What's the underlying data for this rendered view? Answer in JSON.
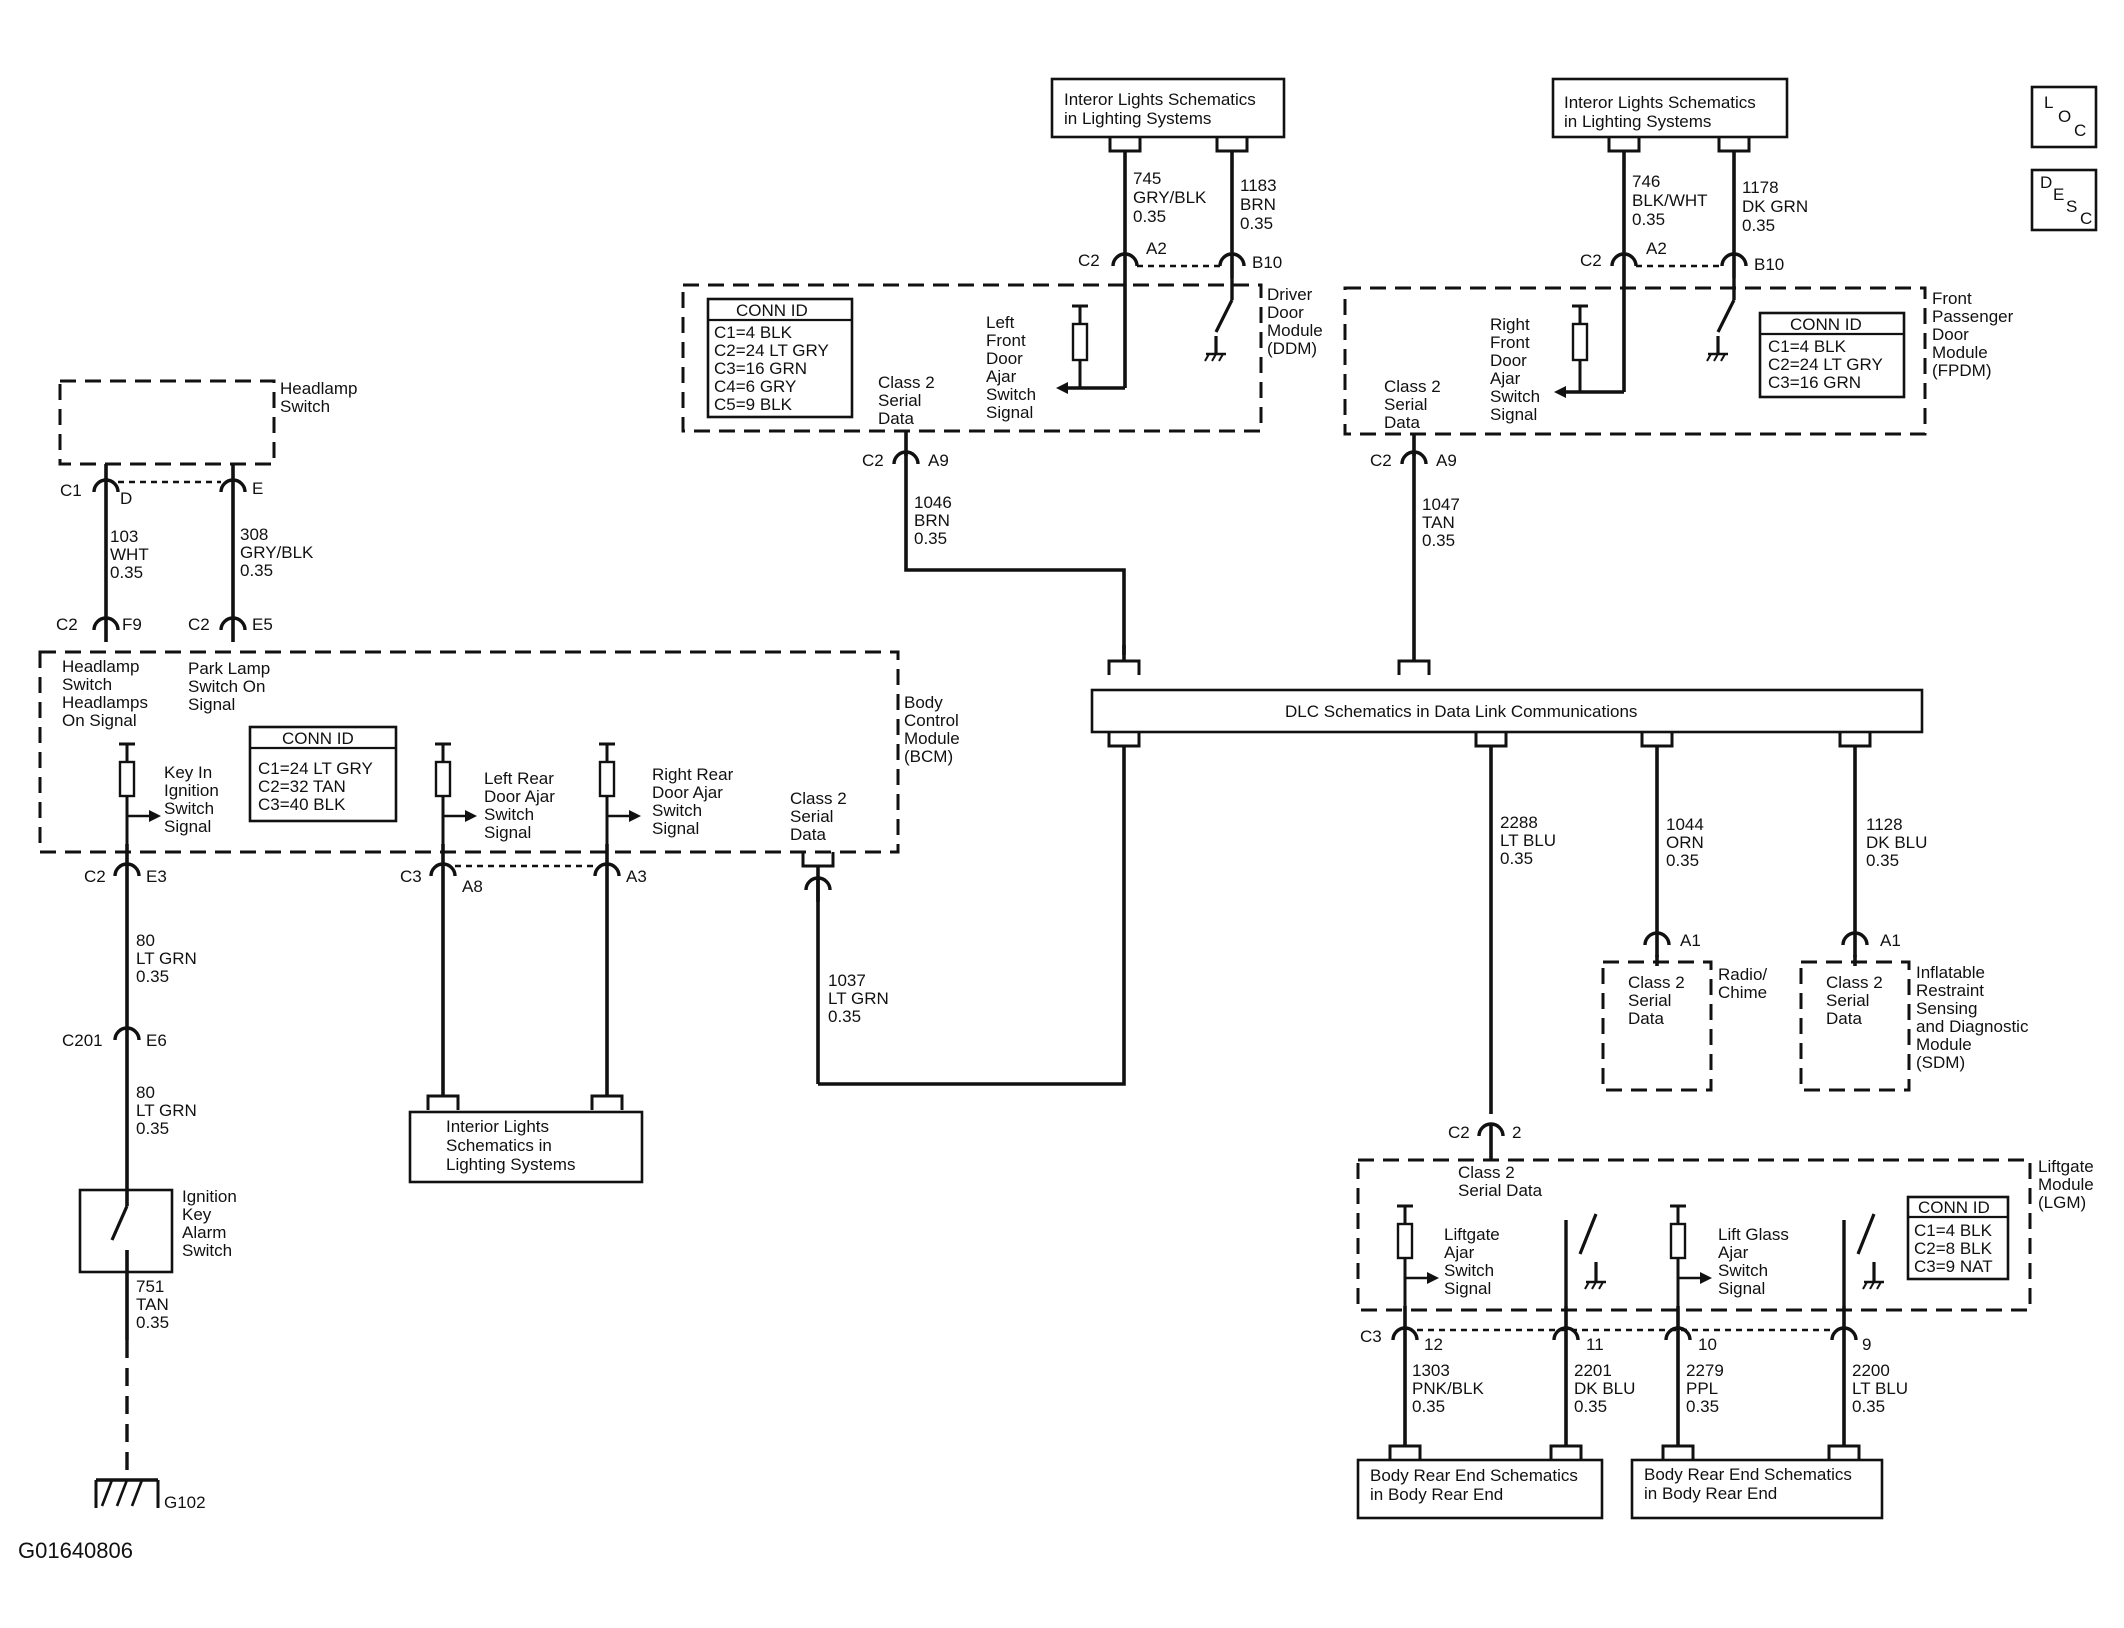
{
  "icons": [
    "loc-icon",
    "desc-icon",
    "ground-icon",
    "connector-icon",
    "resistor-icon",
    "switch-icon",
    "arrow-icon"
  ],
  "refs": {
    "interior_top_left": [
      "Interor Lights Schematics",
      "in Lighting Systems"
    ],
    "interior_top_right": [
      "Interor Lights Schematics",
      "in Lighting Systems"
    ],
    "interior_bottom": [
      "Interior Lights",
      "Schematics in",
      "Lighting Systems"
    ],
    "dlc": "DLC Schematics in Data Link Communications",
    "body_rear_left": [
      "Body Rear End Schematics",
      "in Body Rear End"
    ],
    "body_rear_right": [
      "Body Rear End Schematics",
      "in Body Rear End"
    ]
  },
  "ddm": {
    "name": [
      "Driver",
      "Door",
      "Module",
      "(DDM)"
    ],
    "conn_title": "CONN ID",
    "conn": [
      "C1=4 BLK",
      "C2=24 LT GRY",
      "C3=16 GRN",
      "C4=6 GRY",
      "C5=9 BLK"
    ],
    "switch_label": [
      "Left",
      "Front",
      "Door",
      "Ajar",
      "Switch",
      "Signal"
    ],
    "serial": [
      "Class 2",
      "Serial",
      "Data"
    ],
    "c2_label": "C2",
    "pin_a2": "A2",
    "pin_b10": "B10",
    "c2_a9": "C2",
    "pin_a9": "A9"
  },
  "fpdm": {
    "name": [
      "Front",
      "Passenger",
      "Door",
      "Module",
      "(FPDM)"
    ],
    "conn_title": "CONN ID",
    "conn": [
      "C1=4 BLK",
      "C2=24 LT GRY",
      "C3=16 GRN"
    ],
    "switch_label": [
      "Right",
      "Front",
      "Door",
      "Ajar",
      "Switch",
      "Signal"
    ],
    "serial": [
      "Class 2",
      "Serial",
      "Data"
    ],
    "c2_label": "C2",
    "pin_a2": "A2",
    "pin_b10": "B10",
    "c2_a9": "C2",
    "pin_a9": "A9"
  },
  "headlamp": {
    "name": [
      "Headlamp",
      "Switch"
    ],
    "c1": "C1",
    "pin_d": "D",
    "pin_e": "E"
  },
  "bcm": {
    "name": [
      "Body",
      "Control",
      "Module",
      "(BCM)"
    ],
    "headlamp_signal": [
      "Headlamp",
      "Switch",
      "Headlamps",
      "On Signal"
    ],
    "park_signal": [
      "Park Lamp",
      "Switch On",
      "Signal"
    ],
    "conn_title": "CONN ID",
    "conn": [
      "C1=24 LT GRY",
      "C2=32 TAN",
      "C3=40 BLK"
    ],
    "key_in": [
      "Key In",
      "Ignition",
      "Switch",
      "Signal"
    ],
    "left_rear": [
      "Left Rear",
      "Door Ajar",
      "Switch",
      "Signal"
    ],
    "right_rear": [
      "Right Rear",
      "Door Ajar",
      "Switch",
      "Signal"
    ],
    "serial": [
      "Class 2",
      "Serial",
      "Data"
    ],
    "c2_f9": "C2",
    "pin_f9": "F9",
    "c2_e5": "C2",
    "pin_e5": "E5",
    "c2_e3": "C2",
    "pin_e3": "E3",
    "c3": "C3",
    "pin_a8": "A8",
    "pin_a3": "A3"
  },
  "ignition": {
    "name": [
      "Ignition",
      "Key",
      "Alarm",
      "Switch"
    ],
    "c201": "C201",
    "pin_e6": "E6",
    "ground": "G102"
  },
  "radio": {
    "name": [
      "Radio/",
      "Chime"
    ],
    "serial": [
      "Class 2",
      "Serial",
      "Data"
    ],
    "pin": "A1"
  },
  "sdm": {
    "name": [
      "Inflatable",
      "Restraint",
      "Sensing",
      "and Diagnostic",
      "Module",
      "(SDM)"
    ],
    "serial": [
      "Class 2",
      "Serial",
      "Data"
    ],
    "pin": "A1"
  },
  "lgm": {
    "name": [
      "Liftgate",
      "Module",
      "(LGM)"
    ],
    "serial": [
      "Class 2",
      "Serial Data"
    ],
    "conn_title": "CONN ID",
    "conn": [
      "C1=4 BLK",
      "C2=8 BLK",
      "C3=9 NAT"
    ],
    "liftgate_switch": [
      "Liftgate",
      "Ajar",
      "Switch",
      "Signal"
    ],
    "liftglass_switch": [
      "Lift Glass",
      "Ajar",
      "Switch",
      "Signal"
    ],
    "c2": "C2",
    "pin_2": "2",
    "c3": "C3",
    "pin_12": "12",
    "pin_11": "11",
    "pin_10": "10",
    "pin_9": "9"
  },
  "wires": {
    "w745": [
      "745",
      "GRY/BLK",
      "0.35"
    ],
    "w1183": [
      "1183",
      "BRN",
      "0.35"
    ],
    "w746": [
      "746",
      "BLK/WHT",
      "0.35"
    ],
    "w1178": [
      "1178",
      "DK GRN",
      "0.35"
    ],
    "w1046": [
      "1046",
      "BRN",
      "0.35"
    ],
    "w1047": [
      "1047",
      "TAN",
      "0.35"
    ],
    "w103": [
      "103",
      "WHT",
      "0.35"
    ],
    "w308": [
      "308",
      "GRY/BLK",
      "0.35"
    ],
    "w80a": [
      "80",
      "LT GRN",
      "0.35"
    ],
    "w80b": [
      "80",
      "LT GRN",
      "0.35"
    ],
    "w751": [
      "751",
      "TAN",
      "0.35"
    ],
    "w1037": [
      "1037",
      "LT GRN",
      "0.35"
    ],
    "w2288": [
      "2288",
      "LT BLU",
      "0.35"
    ],
    "w1044": [
      "1044",
      "ORN",
      "0.35"
    ],
    "w1128": [
      "1128",
      "DK BLU",
      "0.35"
    ],
    "w1303": [
      "1303",
      "PNK/BLK",
      "0.35"
    ],
    "w2201": [
      "2201",
      "DK BLU",
      "0.35"
    ],
    "w2279": [
      "2279",
      "PPL",
      "0.35"
    ],
    "w2200": [
      "2200",
      "LT BLU",
      "0.35"
    ]
  },
  "loc": [
    "L",
    "O",
    "C"
  ],
  "desc": [
    "D",
    "E",
    "S",
    "C"
  ],
  "figure_id": "G01640806"
}
